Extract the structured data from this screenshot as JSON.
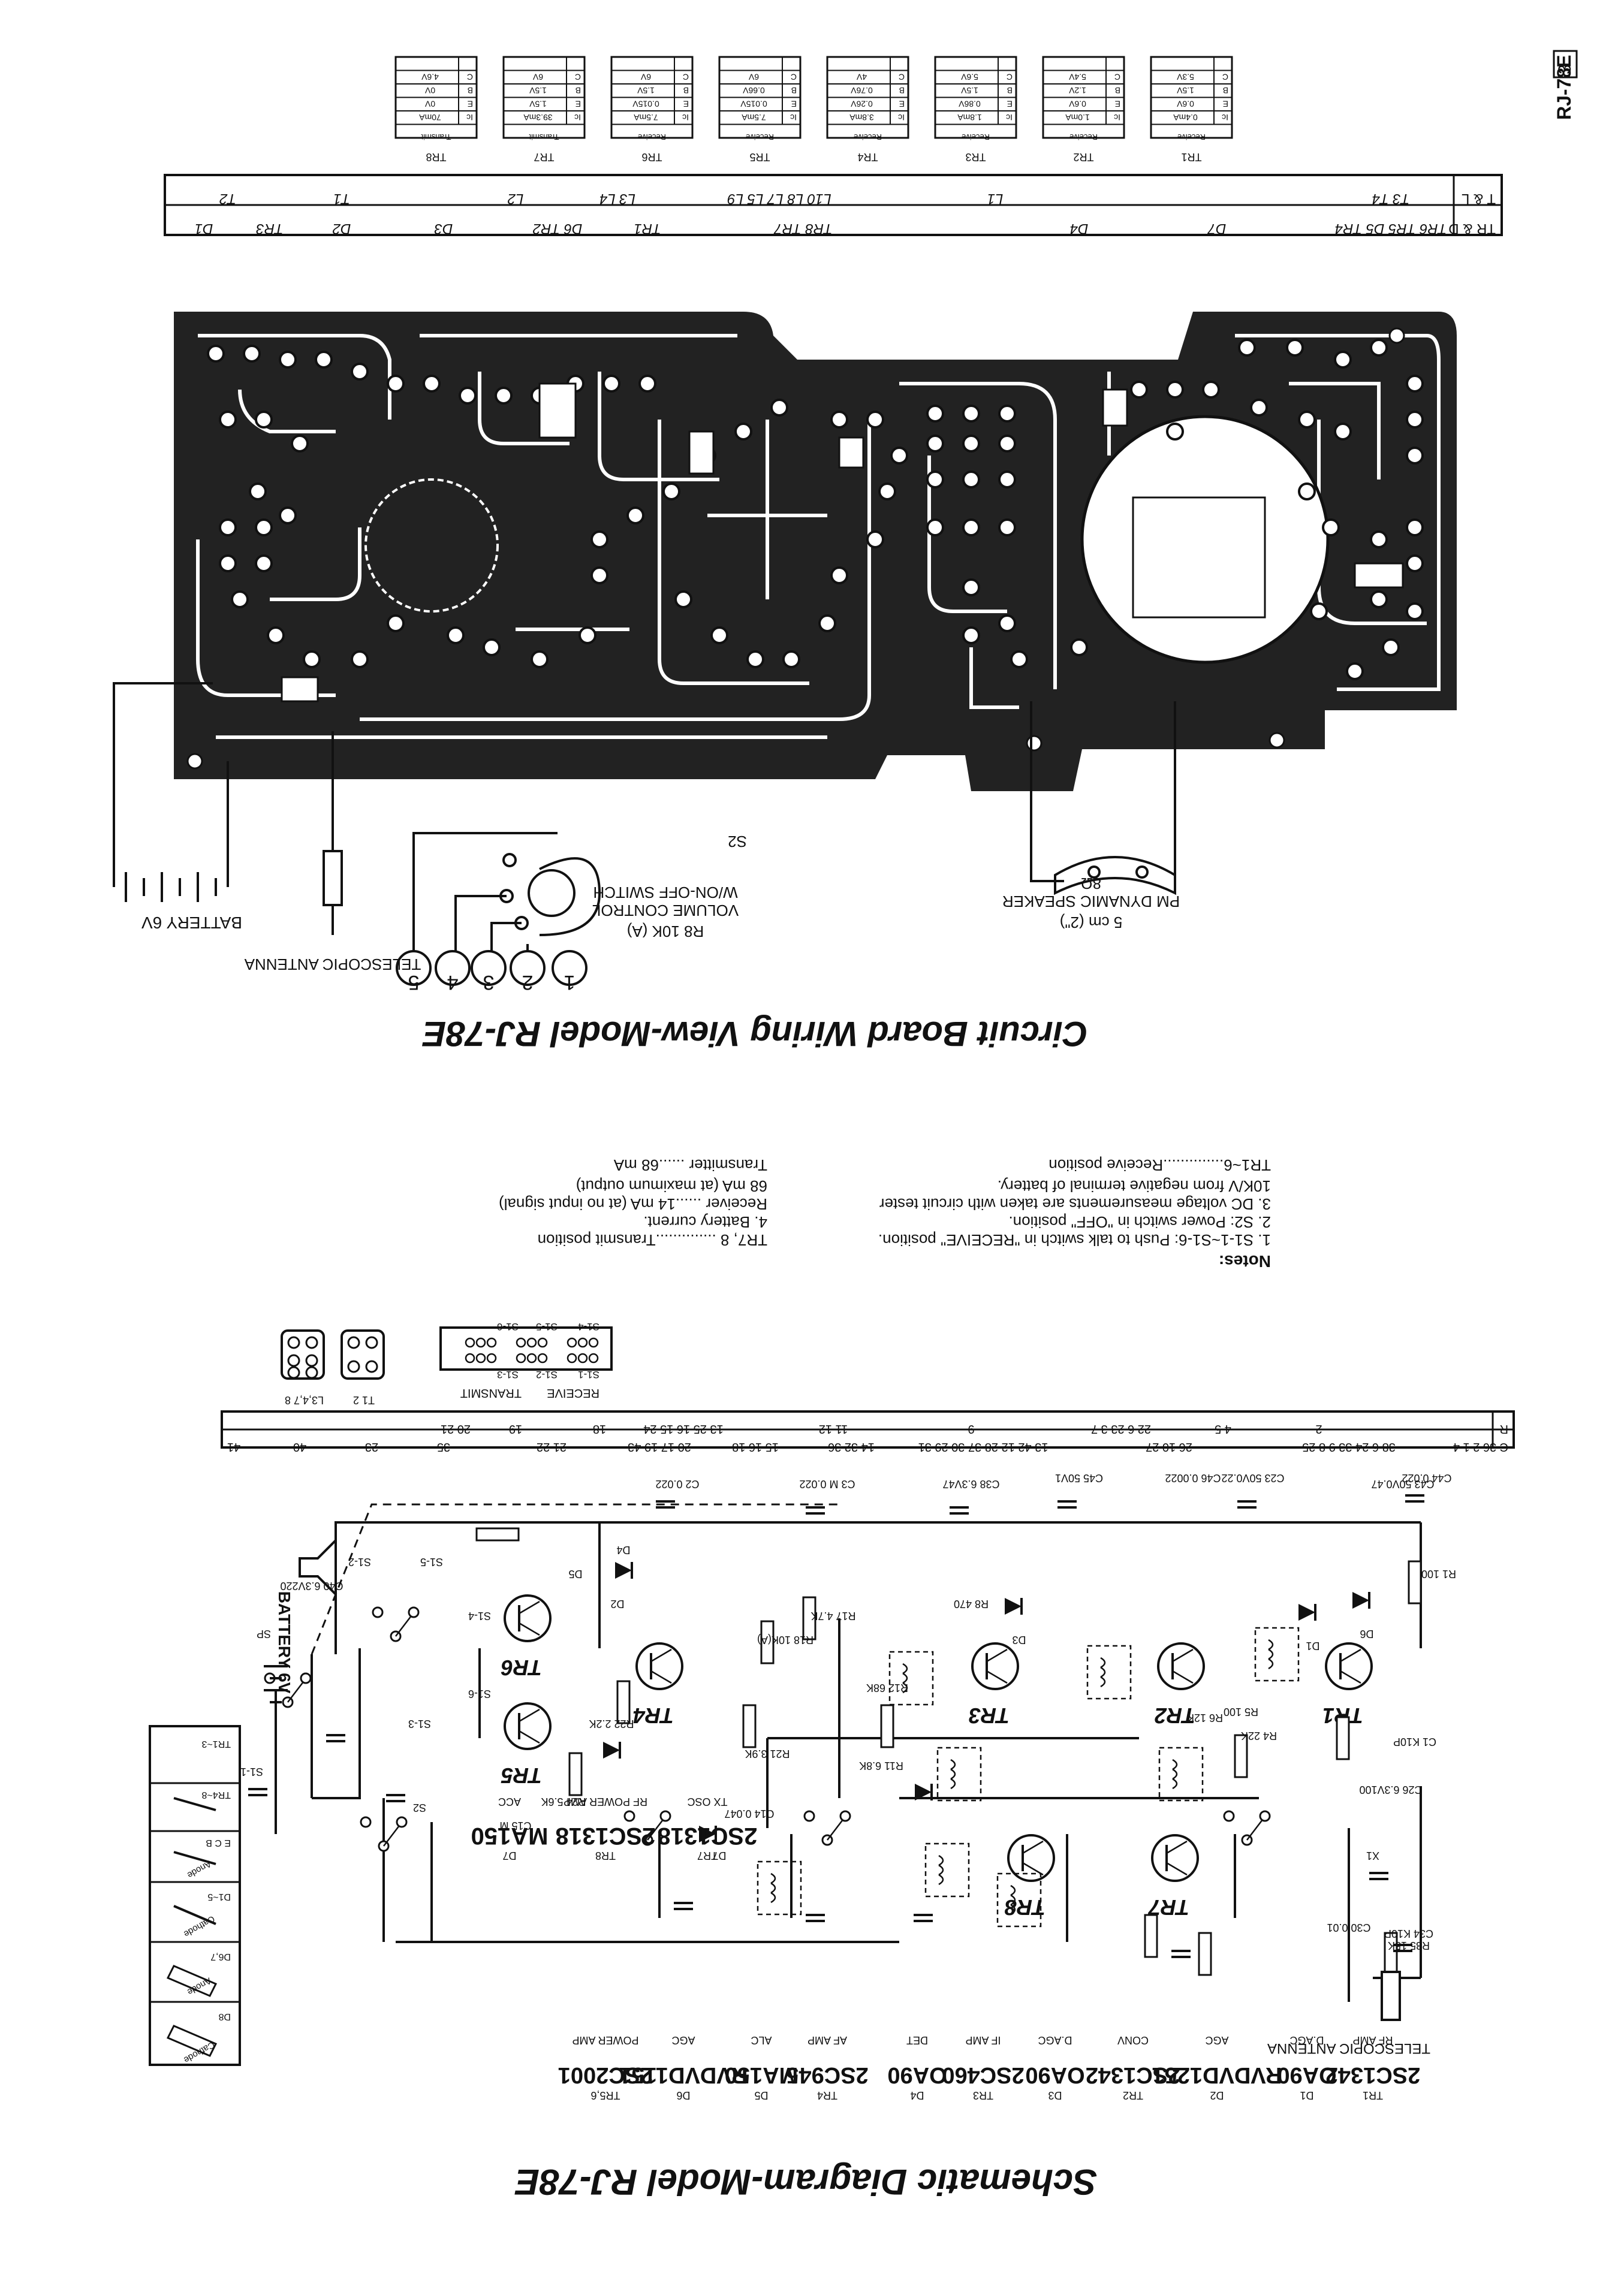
{
  "header": {
    "model_code": "RJ-78E",
    "page_number": "3"
  },
  "voltage_tables": [
    {
      "tr": "TR1",
      "head": "Receive",
      "rows": [
        [
          "C",
          "5.3V"
        ],
        [
          "B",
          "1.5V"
        ],
        [
          "E",
          "0.6V"
        ],
        [
          "Ic",
          "0.4mA"
        ]
      ]
    },
    {
      "tr": "TR2",
      "head": "Receive",
      "rows": [
        [
          "C",
          "5.4V"
        ],
        [
          "B",
          "1.2V"
        ],
        [
          "E",
          "0.6V"
        ],
        [
          "Ic",
          "1.0mA"
        ]
      ]
    },
    {
      "tr": "TR3",
      "head": "Receive",
      "rows": [
        [
          "C",
          "5.6V"
        ],
        [
          "B",
          "1.5V"
        ],
        [
          "E",
          "0.86V"
        ],
        [
          "Ic",
          "1.8mA"
        ]
      ]
    },
    {
      "tr": "TR4",
      "head": "Receive",
      "rows": [
        [
          "C",
          "4V"
        ],
        [
          "B",
          "0.76V"
        ],
        [
          "E",
          "0.26V"
        ],
        [
          "Ic",
          "3.8mA"
        ]
      ]
    },
    {
      "tr": "TR5",
      "head": "Receive",
      "rows": [
        [
          "C",
          "6V"
        ],
        [
          "B",
          "0.66V"
        ],
        [
          "E",
          "0.015V"
        ],
        [
          "Ic",
          "7.5mA"
        ]
      ]
    },
    {
      "tr": "TR6",
      "head": "Receive",
      "rows": [
        [
          "C",
          "6V"
        ],
        [
          "B",
          "1.5V"
        ],
        [
          "E",
          "0.015V"
        ],
        [
          "Ic",
          "7.5mA"
        ]
      ]
    },
    {
      "tr": "TR7",
      "head": "Transmit",
      "rows": [
        [
          "C",
          "6V"
        ],
        [
          "B",
          "1.5V"
        ],
        [
          "E",
          "1.5V"
        ],
        [
          "Ic",
          "39.3mA"
        ]
      ]
    },
    {
      "tr": "TR8",
      "head": "Transmit",
      "rows": [
        [
          "C",
          "4.6V"
        ],
        [
          "B",
          "0V"
        ],
        [
          "E",
          "0V"
        ],
        [
          "Ic",
          "70mA"
        ]
      ]
    }
  ],
  "top_ref_bar": {
    "row1_label": "T & L",
    "row1_items": [
      "T3 T4",
      "L1",
      "L10 L8 L7 L5 L9",
      "L3 L4",
      "L2",
      "T1",
      "T2"
    ],
    "row2_label": "TR & D",
    "row2_items": [
      "TR6 TR5 D5 TR4",
      "D7",
      "D4",
      "TR8 TR7",
      "TR1",
      "D6 TR2",
      "D3",
      "D2",
      "TR3",
      "D1"
    ]
  },
  "board_title": "Circuit Board Wiring View-Model RJ-78E",
  "board_callouts": {
    "speaker": [
      "5 cm (2\")",
      "PM DYNAMIC SPEAKER",
      "8Ω"
    ],
    "volume": [
      "R8 10K (A)",
      "VOLUME CONTROL",
      "W/ON-OFF SWITCH",
      "S2"
    ],
    "battery": "BATTERY 6V",
    "antenna": "TELESCOPIC ANTENNA",
    "numbered": [
      "1",
      "2",
      "3",
      "4",
      "5"
    ]
  },
  "notes": {
    "heading": "Notes:",
    "items": [
      "1. S1-1~S1-6: Push to talk switch in \"RECEIVE\" position.",
      "2. S2: Power switch in \"OFF\" position.",
      "3. DC voltage measurements are taken with circuit tester",
      "10K/V from negative terminal of battery.",
      "TR1~6..............Receive position",
      "TR7, 8 ..............Transmit position",
      "4. Battery current.",
      "Receiver ......14 mA (at no input signal)",
      "68 mA (at maximum output)",
      "Transmitter ......68 mA"
    ]
  },
  "schematic_ref_bar": {
    "row1_label": "R",
    "row1": [
      "2",
      "4 5",
      "22 6 23 3 7",
      "9",
      "11 12",
      "13 25 16 15 24",
      "18",
      "19",
      "20 21"
    ],
    "row2_label": "C",
    "row2": [
      "36 2 1 4",
      "38 6 24 33 9 8 25",
      "26 10 27",
      "13 42 12 28 37 30 29 31",
      "14 32 36",
      "15 16 18",
      "20 17 19 43",
      "21 22",
      "35",
      "23",
      "40",
      "41"
    ]
  },
  "switch_legend": {
    "receive": "RECEIVE",
    "transmit": "TRANSMIT",
    "labels": [
      "S1-1",
      "S1-2",
      "S1-3",
      "S1-4",
      "S1-5",
      "S1-6"
    ],
    "coil_labels": [
      "T1 2",
      "L3,4,7 8"
    ]
  },
  "schematic_title": "Schematic Diagram-Model RJ-78E",
  "parts_legend": [
    {
      "ref": "TR1",
      "part": "2SC1342",
      "fn": "RF AMP"
    },
    {
      "ref": "D1",
      "part": "OA90",
      "fn": "D.AGC"
    },
    {
      "ref": "D2",
      "part": "RVDVD1251",
      "fn": "AGC"
    },
    {
      "ref": "TR2",
      "part": "2SC1342",
      "fn": "CONV"
    },
    {
      "ref": "D3",
      "part": "OA90",
      "fn": "D.AGC"
    },
    {
      "ref": "TR3",
      "part": "2SC460",
      "fn": "IF AMP"
    },
    {
      "ref": "D4",
      "part": "OA90",
      "fn": "DET"
    },
    {
      "ref": "TR4",
      "part": "2SC945",
      "fn": "AF AMP"
    },
    {
      "ref": "D5",
      "part": "MA150",
      "fn": "ALC"
    },
    {
      "ref": "D6",
      "part": "RVDVD1151",
      "fn": "AGC"
    },
    {
      "ref": "TR5,6",
      "part": "2SC2001",
      "fn": "POWER AMP"
    },
    {
      "ref": "TR7",
      "part": "2SC1318",
      "fn": "TX OSC"
    },
    {
      "ref": "TR8",
      "part": "2SC1318",
      "fn": "RF POWER AMP"
    },
    {
      "ref": "D7",
      "part": "MA150",
      "fn": "ACC"
    }
  ],
  "pinout_box": {
    "items": [
      "TR1~3",
      "TR4~8",
      "E C B",
      "D1~5",
      "D6,7",
      "D8"
    ],
    "labels": [
      "Anode",
      "Cathode"
    ]
  },
  "schematic_labels": {
    "antenna": "TELESCOPIC ANTENNA",
    "battery": "BATTERY 6V",
    "components": [
      "R1 100",
      "C1 K10P",
      "R4 22K",
      "R5 100",
      "R6 12K",
      "C34 K10P",
      "R35 15K",
      "X1",
      "C30 0.01",
      "TR1",
      "TR2",
      "TR3",
      "TR4",
      "TR5",
      "TR6",
      "TR7",
      "TR8",
      "D1",
      "D2",
      "D3",
      "D4",
      "D5",
      "D6",
      "D7",
      "R8 470",
      "R11 6.8K",
      "R12 68K",
      "R18 10K(A)",
      "R17 4.7K",
      "R21 3.9K",
      "R22 2.2K",
      "R24 5.6K",
      "C43 50V0.47",
      "C23 50V0.22",
      "C45 50V1",
      "C38 6.3V47",
      "C3 M 0.022",
      "C2 0.022",
      "C44 0.022",
      "C46 0.0022",
      "SP",
      "S1-1",
      "S1-2",
      "S1-3",
      "S1-4",
      "S1-5",
      "S1-6",
      "S2",
      "C26 6.3V100",
      "C40 6.3V220",
      "C15 M",
      "C14 0.047"
    ]
  }
}
